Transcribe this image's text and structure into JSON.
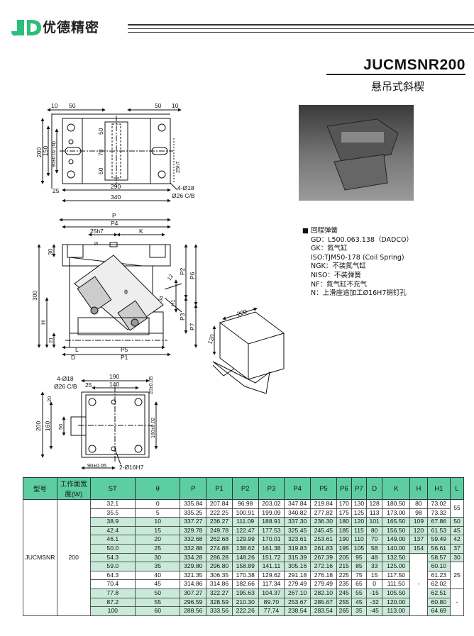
{
  "header": {
    "brand": "优德精密",
    "model": "JUCMSNR200",
    "subtitle": "悬吊式斜楔"
  },
  "top_view": {
    "dims": {
      "d10a": "10",
      "d50a": "50",
      "d50b": "50",
      "d10b": "10",
      "d200": "200",
      "d150": "150",
      "d90": "90±0.02 (N)",
      "d50c": "50",
      "d70": "70",
      "d50d": "50",
      "d25h7": "25h7",
      "d25": "25",
      "d290": "290",
      "d340": "340",
      "holes": "4-Ø18",
      "cb": "Ø26 C/B"
    }
  },
  "side_view": {
    "dims": {
      "P": "P",
      "P4": "P4",
      "d25h7": "25h7",
      "K": "K",
      "d9": "9",
      "d30": "30",
      "d12": "12",
      "d34": "34",
      "H1": "H1",
      "P2": "P2",
      "P6": "P6",
      "P3": "P3",
      "P7": "P7",
      "d300": "300",
      "H": "H",
      "d21": "21",
      "L": "L",
      "P5": "P5",
      "D": "D",
      "P1": "P1",
      "theta": "θ"
    }
  },
  "iso_view": {
    "dims": {
      "d200": "200",
      "d120": "120"
    }
  },
  "bottom_view": {
    "dims": {
      "holes": "4-Ø18",
      "cb": "Ø26 C/B",
      "d25": "25",
      "d190": "190",
      "d140": "140",
      "d20": "20±0.05",
      "d200": "200",
      "d160": "160",
      "d50": "50",
      "d20b": "20",
      "d160b": "160±0.02",
      "d90": "90±0.05",
      "pin": "2-Ø16H7"
    }
  },
  "spec": {
    "lines": [
      "■ 回程弹簧",
      "GD：L500.063.138（DADCO）",
      "GK：氮气缸",
      "ISO:TJM50-178 (Coil Spring)",
      "NGK：不装氮气缸",
      "NISO：不装弹簧",
      "NF：氮气缸不充气",
      "N：上滑座追加工Ø16H7销钉孔"
    ]
  },
  "table": {
    "headers": [
      "型号",
      "工作面宽度(W)",
      "ST",
      "θ",
      "P",
      "P1",
      "P2",
      "P3",
      "P4",
      "P5",
      "P6",
      "P7",
      "D",
      "K",
      "H",
      "H1",
      "L"
    ],
    "model": "JUCMSNR",
    "width": "200",
    "rows": [
      [
        "32.1",
        "0",
        "335.84",
        "207.84",
        "96.98",
        "203.02",
        "347.84",
        "219.84",
        "170",
        "130",
        "128",
        "180.50",
        "80",
        "73.02"
      ],
      [
        "35.5",
        "5",
        "335.25",
        "222.25",
        "100.91",
        "199.09",
        "340.82",
        "277.82",
        "175",
        "125",
        "113",
        "173.00",
        "98",
        "73.32"
      ],
      [
        "38.9",
        "10",
        "337.27",
        "236.27",
        "111.09",
        "188.91",
        "337.30",
        "236.30",
        "180",
        "120",
        "101",
        "165.50",
        "109",
        "67.86"
      ],
      [
        "42.4",
        "15",
        "329.78",
        "249.78",
        "122.47",
        "177.53",
        "325.45",
        "245.45",
        "185",
        "115",
        "80",
        "156.50",
        "120",
        "61.53"
      ],
      [
        "46.1",
        "20",
        "332.68",
        "262.68",
        "129.99",
        "170.01",
        "323.61",
        "253.61",
        "190",
        "110",
        "70",
        "149.00",
        "137",
        "59.49"
      ],
      [
        "50.0",
        "25",
        "332.88",
        "274.88",
        "138.62",
        "161.38",
        "319.83",
        "261.83",
        "195",
        "105",
        "58",
        "140.00",
        "154",
        "56.61"
      ],
      [
        "54.3",
        "30",
        "334.28",
        "286.28",
        "148.26",
        "151.72",
        "315.39",
        "267.39",
        "205",
        "95",
        "48",
        "132.50",
        "",
        "58.57"
      ],
      [
        "59.0",
        "35",
        "329.80",
        "296.80",
        "158.89",
        "141.11",
        "305.16",
        "272.16",
        "215",
        "85",
        "33",
        "125.00",
        "",
        "60.10"
      ],
      [
        "64.3",
        "40",
        "321.35",
        "306.35",
        "170.38",
        "129.62",
        "291.18",
        "276.18",
        "225",
        "75",
        "15",
        "117.50",
        "",
        "61.23"
      ],
      [
        "70.4",
        "45",
        "314.86",
        "314.86",
        "182.66",
        "117.34",
        "279.49",
        "279.49",
        "235",
        "65",
        "0",
        "111.50",
        "",
        "62.02"
      ],
      [
        "77.8",
        "50",
        "307.27",
        "322.27",
        "195.63",
        "104.37",
        "267.10",
        "282.10",
        "245",
        "55",
        "-15",
        "105.50",
        "",
        "62.51"
      ],
      [
        "87.2",
        "55",
        "296.59",
        "328.59",
        "210.30",
        "89.70",
        "253.67",
        "285.67",
        "255",
        "45",
        "-32",
        "120.00",
        "",
        "60.80"
      ],
      [
        "100",
        "60",
        "288.56",
        "333.56",
        "222.26",
        "77.74",
        "238.54",
        "283.54",
        "265",
        "35",
        "-45",
        "113.00",
        "",
        "64.69"
      ]
    ],
    "h_dash": "-",
    "l_values": [
      "55",
      "50",
      "45",
      "42",
      "37",
      "30",
      "25",
      "-"
    ]
  },
  "colors": {
    "accent_green": "#2bbf7a",
    "table_header": "#5dcea1",
    "row_shade": "#c9ead8"
  }
}
